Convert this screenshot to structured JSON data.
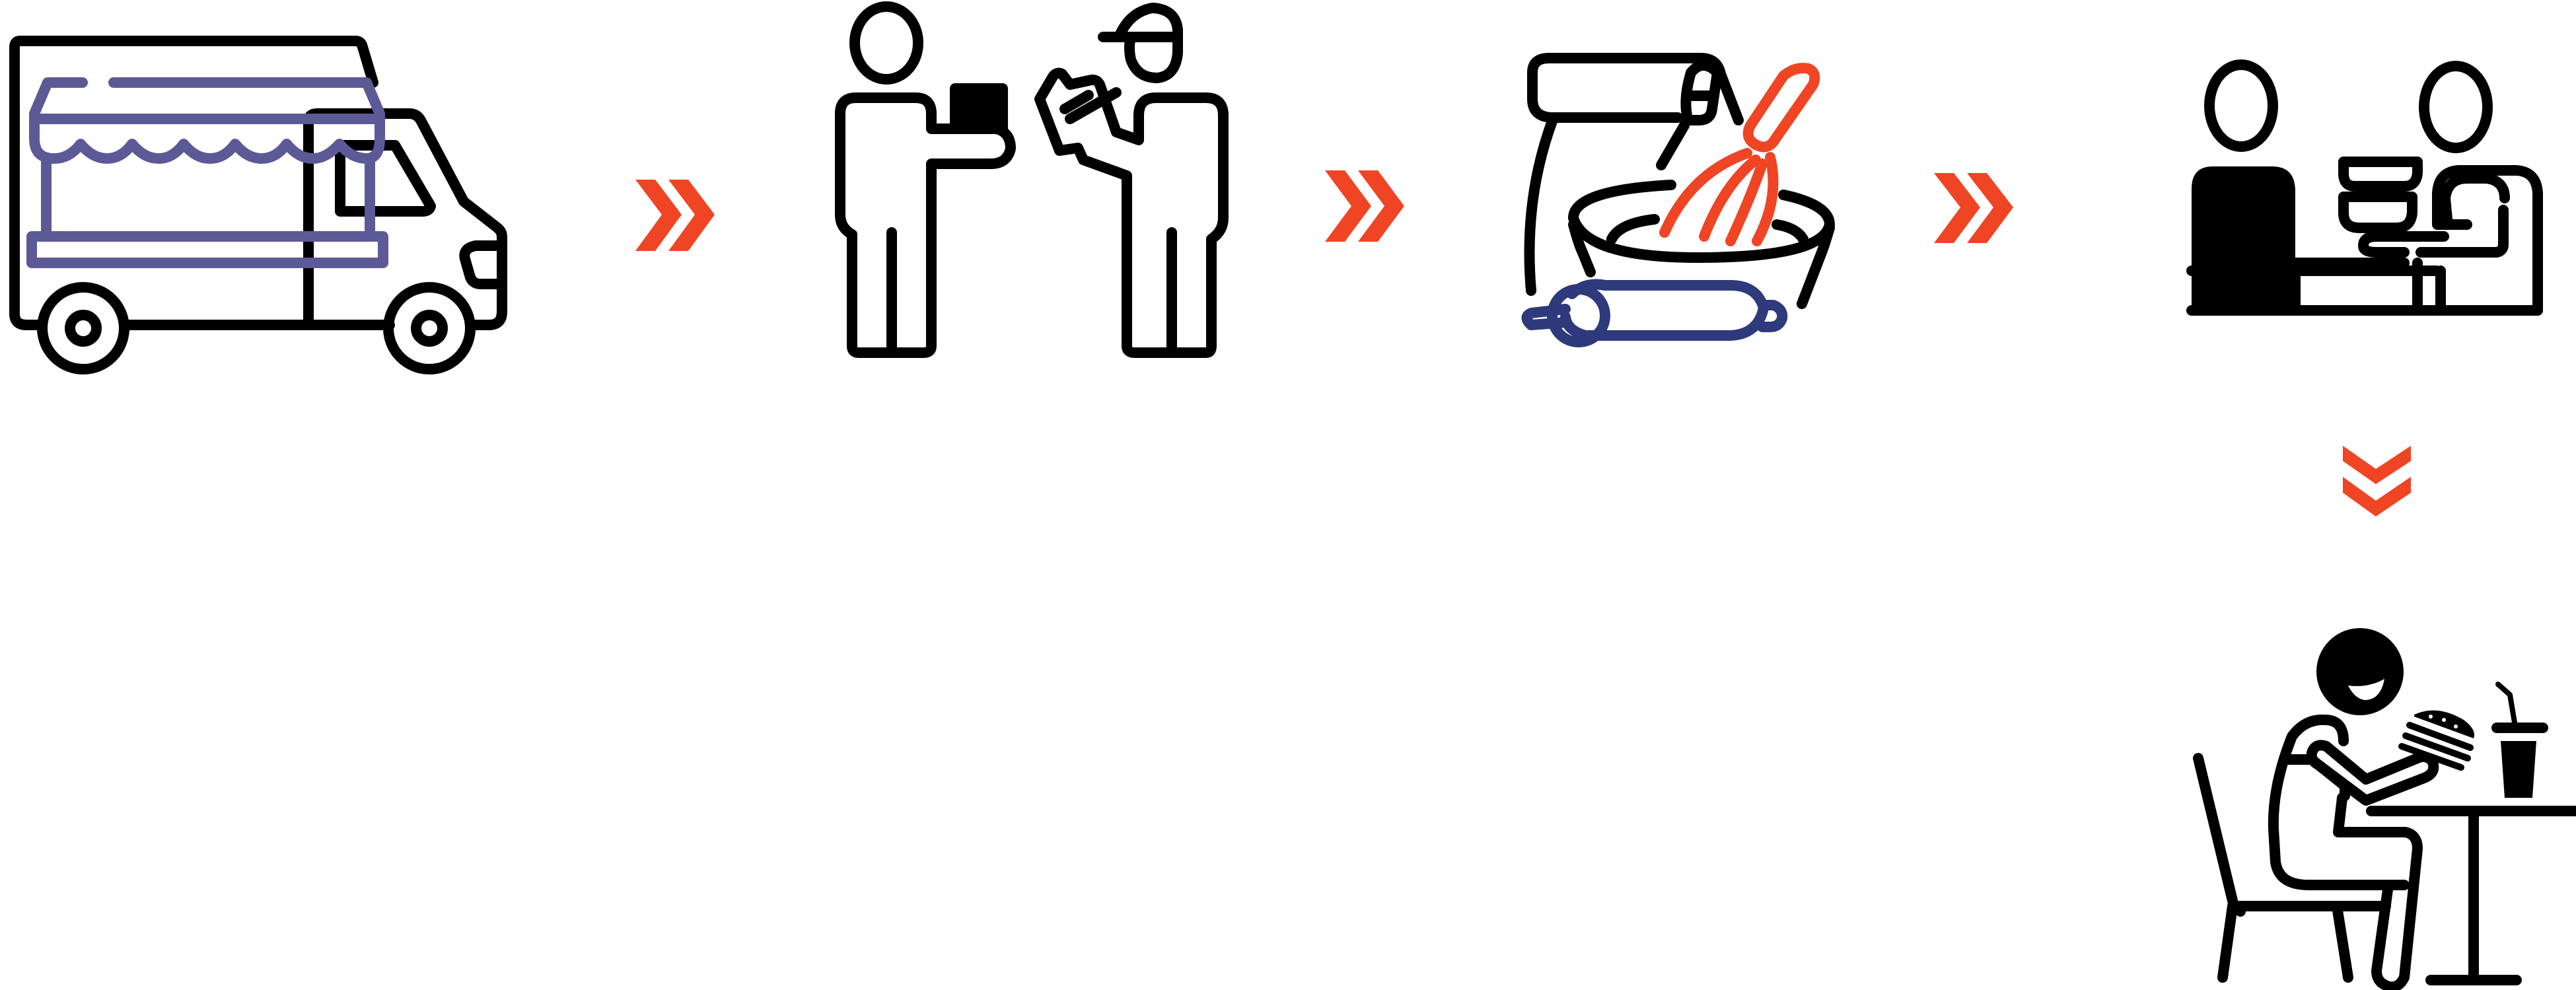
{
  "diagram": {
    "kind": "process-flow",
    "steps": [
      {
        "id": "food-truck",
        "icon": "food-truck-icon"
      },
      {
        "id": "order",
        "icon": "customer-ordering-icon"
      },
      {
        "id": "preparation",
        "icon": "food-preparation-icon"
      },
      {
        "id": "serving",
        "icon": "serving-counter-icon"
      },
      {
        "id": "eating",
        "icon": "customer-eating-icon"
      }
    ],
    "connectors": [
      {
        "from": "food-truck",
        "to": "order",
        "icon": "double-chevron-right-icon"
      },
      {
        "from": "order",
        "to": "preparation",
        "icon": "double-chevron-right-icon"
      },
      {
        "from": "preparation",
        "to": "serving",
        "icon": "double-chevron-right-icon"
      },
      {
        "from": "serving",
        "to": "eating",
        "icon": "double-chevron-down-icon"
      }
    ],
    "colors": {
      "outline": "#000000",
      "accent_orange": "#ef4524",
      "accent_purple": "#5c5a96",
      "accent_navy": "#2e3a7c"
    }
  }
}
